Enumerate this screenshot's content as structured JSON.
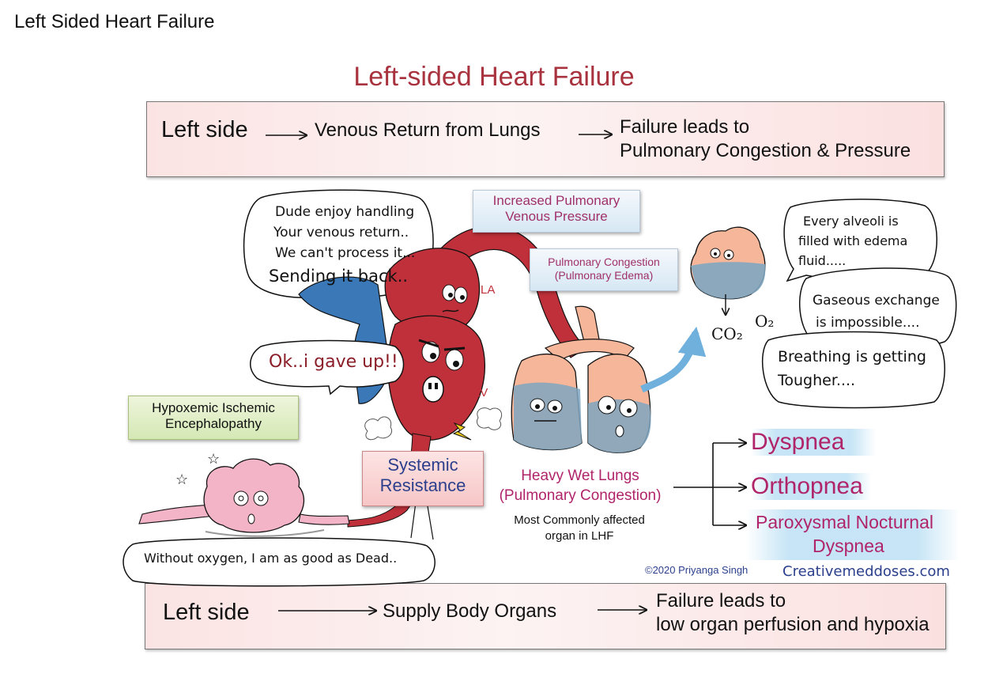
{
  "page_heading": "Left Sided Heart Failure",
  "figure": {
    "title": "Left-sided Heart Failure",
    "top_band": {
      "left": "Left side",
      "middle": "Venous Return from Lungs",
      "right_line1": "Failure leads to",
      "right_line2": "Pulmonary Congestion & Pressure"
    },
    "bottom_band": {
      "left": "Left side",
      "middle": "Supply Body Organs",
      "right_line1": "Failure leads to",
      "right_line2": "low organ perfusion and hypoxia"
    },
    "tags": {
      "increased_pressure_line1": "Increased Pulmonary",
      "increased_pressure_line2": "Venous Pressure",
      "congestion_line1": "Pulmonary Congestion",
      "congestion_line2": "(Pulmonary Edema)",
      "hypoxemic_line1": "Hypoxemic Ischemic",
      "hypoxemic_line2": "Encephalopathy",
      "systemic_line1": "Systemic",
      "systemic_line2": "Resistance"
    },
    "chamber_labels": {
      "la": "LA",
      "lv": "LV"
    },
    "gas_labels": {
      "co2": "CO₂",
      "o2": "O₂"
    },
    "bubbles": {
      "heart_lines": [
        "Dude enjoy handling",
        "Your venous return..",
        "We can't process it...",
        "Sending it back.."
      ],
      "gave_up": "Ok..i gave up!!",
      "alveoli_lines": [
        "Every alveoli is",
        "filled with edema",
        "fluid....."
      ],
      "gaseous_lines": [
        "Gaseous exchange",
        "is impossible...."
      ],
      "breathing_lines": [
        "Breathing is getting",
        "Tougher...."
      ],
      "brain": "Without oxygen, I am as good as Dead.."
    },
    "lungs_caption": {
      "line1": "Heavy Wet Lungs",
      "line2": "(Pulmonary Congestion)",
      "note_line1": "Most Commonly affected",
      "note_line2": "organ in LHF"
    },
    "symptoms": [
      "Dyspnea",
      "Orthopnea",
      "Paroxysmal Nocturnal",
      "Dyspnea"
    ],
    "credits": {
      "copyright": "©2020 Priyanga Singh",
      "site": "Creativemeddoses.com"
    },
    "colors": {
      "title": "#a8323e",
      "symptom": "#b0246a",
      "blood_red": "#c0303a",
      "venous_blue": "#3a78b8",
      "lung_pink": "#f5b69a",
      "edema_blue": "#7fa6c0",
      "brain_pink": "#f4b4c8"
    }
  }
}
